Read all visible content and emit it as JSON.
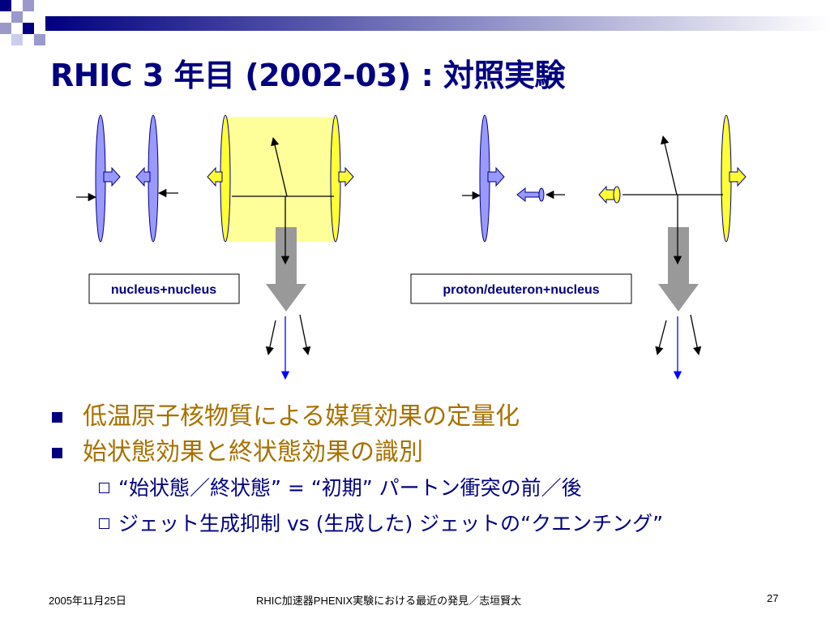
{
  "slide": {
    "title": "RHIC 3 年目 (2002-03) : 対照実験"
  },
  "diagram": {
    "left_label": "nucleus+nucleus",
    "right_label": "proton/deuteron+nucleus",
    "colors": {
      "nucleus": "#9999ff",
      "gold": "#ffff33",
      "medium": "#ffff99",
      "arrow_gray": "#999999",
      "jet_blue": "#0000ff"
    }
  },
  "bullets": [
    {
      "text": "低温原子核物質による媒質効果の定量化",
      "level": 1
    },
    {
      "text": "始状態効果と終状態効果の識別",
      "level": 1
    },
    {
      "text": "“始状態／終状態” = “初期” パートン衝突の前／後",
      "level": 2
    },
    {
      "text": "ジェット生成抑制 vs (生成した) ジェットの“クエンチング”",
      "level": 2
    }
  ],
  "footer": {
    "date": "2005年11月25日",
    "center": "RHIC加速器PHENIX実験における最近の発見／志垣賢太",
    "page": "27"
  }
}
